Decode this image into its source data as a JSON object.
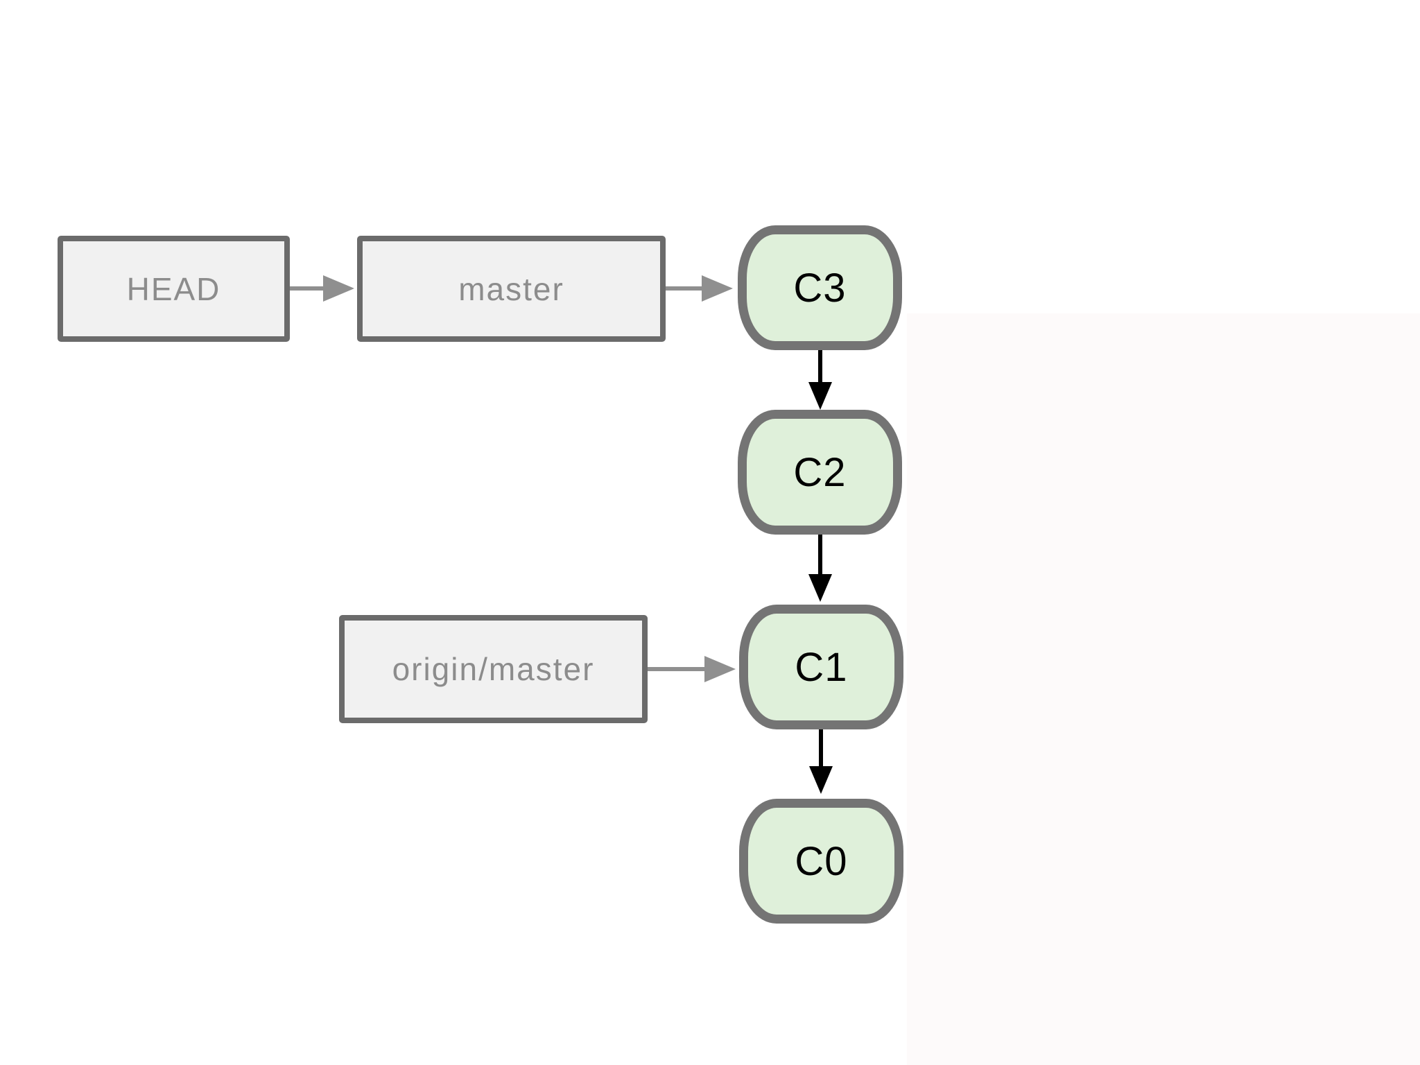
{
  "figure": {
    "type": "git-commit-graph"
  },
  "refs": {
    "head": {
      "label": "HEAD",
      "points_to": "master"
    },
    "master": {
      "label": "master",
      "points_to": "C3"
    },
    "origin_master": {
      "label": "origin/master",
      "points_to": "C1"
    }
  },
  "commits": {
    "c3": {
      "label": "C3",
      "parent": "C2"
    },
    "c2": {
      "label": "C2",
      "parent": "C1"
    },
    "c1": {
      "label": "C1",
      "parent": "C0"
    },
    "c0": {
      "label": "C0",
      "parent": null
    }
  },
  "edges": [
    {
      "from": "HEAD",
      "to": "master",
      "style": "gray-ref-arrow"
    },
    {
      "from": "master",
      "to": "C3",
      "style": "gray-ref-arrow"
    },
    {
      "from": "origin/master",
      "to": "C1",
      "style": "gray-ref-arrow"
    },
    {
      "from": "C3",
      "to": "C2",
      "style": "black-history-arrow"
    },
    {
      "from": "C2",
      "to": "C1",
      "style": "black-history-arrow"
    },
    {
      "from": "C1",
      "to": "C0",
      "style": "black-history-arrow"
    }
  ],
  "colors": {
    "page_bg": "#ffffff",
    "tint": "#fdfafa",
    "box_fill": "#f1f1f1",
    "box_border": "#6b6b6b",
    "box_text": "#8c8c8c",
    "commit_fill": "#dff0da",
    "commit_border": "#747474",
    "commit_text": "#000000",
    "ref_arrow": "#8f8f8f",
    "history_arrow": "#000000"
  }
}
